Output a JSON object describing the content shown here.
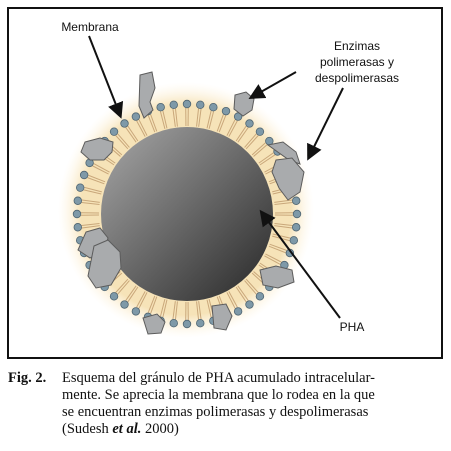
{
  "figure": {
    "labels": {
      "membrane": "Membrana",
      "enzymes_line1": "Enzimas",
      "enzymes_line2": "polimerasas y",
      "enzymes_line3": "despolimerasas",
      "pha": "PHA"
    },
    "colors": {
      "halo": "#f2d8a4",
      "lipid_head": "#7e99a8",
      "lipid_tail": "#c9a77a",
      "enzyme": "#a6a8aa",
      "core_light": "#a0a0a0",
      "core_dark": "#2c2c2c"
    }
  },
  "caption": {
    "label": "Fig. 2.",
    "line1": "Esquema del gránulo de PHA acumulado intracelular-",
    "line2": "mente. Se aprecia la membrana que lo rodea en la que",
    "line3": "se encuentran enzimas polimerasas y despolimerasas",
    "line4_prefix": "(Sudesh ",
    "line4_etal": "et al.",
    "line4_suffix": " 2000)"
  }
}
